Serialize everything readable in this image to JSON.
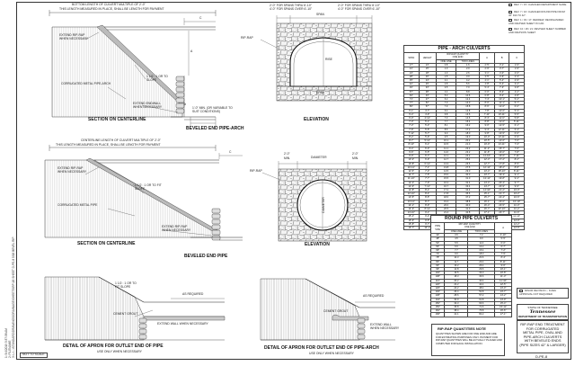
{
  "revisions": [
    "REV. 7 / 15: CHANGED DEPARTMENT NAME.",
    "REV. 7 / 16: CHANGED ROUND PIPE FROM 36\" DIA TO 42\".",
    "REV. 1 / 03 / 17: REDREW, REORGANIZED AND REVISED SHEET IN CAD.",
    "REV. 10 / 18 / 21: REVISED SHEET NUMBER AND REVISION SHEET"
  ],
  "side_strip": [
    "1: 5/4/2019 5:37:38 AM",
    "2: FILENAME",
    "3: L:\\...\\STANDARD\\DRAWINGS\\DRAINAGE\\SHEETS\\RP-18 SHEET D-PE-8 5/18 BEVEL RIP"
  ],
  "not_to_scale": "NOT TO SCALE",
  "section1": {
    "bottom_len": "BOTTOM LENGTH OF CULVERT MULTIPLE OF 2'-0\"",
    "bottom_len2": "THIS LENGTH MEASURED IN PLACE, SHALL BE LENGTH FOR PAYMENT",
    "extend_riprap": "EXTEND RIP-RAP\nWHEN NECESSARY",
    "slope": "1 1/2 : 1 OR TO\nSLOPE",
    "corrugated": "CORRUGATED METAL PIPE-ARCH",
    "extend_endwall": "EXTEND ENDWALL\nWHEN NECESSARY",
    "min": "1'-0\" MIN. (OR VARIABLE TO\nSUIT CONDITIONS)",
    "c": "C",
    "a": "A",
    "caption": "SECTION ON CENTERLINE"
  },
  "elevation1": {
    "top_left": "2'-0\" FOR SPANS THRU 6'-10\"",
    "top_left2": "4'-0\" FOR SPANS OVER 6'-10\"",
    "top_right": "2'-0\" FOR SPANS THRU 6'-10\"",
    "top_right2": "4'-0\" FOR SPANS OVER 6'-10\"",
    "span": "SPAN",
    "riprap": "RIP-RAP",
    "rise": "RISE",
    "span_inner": "SPAN",
    "caption": "ELEVATION"
  },
  "beveled_arch_title": "BEVELED END PIPE-ARCH",
  "section2": {
    "centerline_len": "CENTERLINE LENGTH OF CULVERT MULTIPLE OF 2'-0\"",
    "centerline_len2": "THIS LENGTH MEASURED IN PLACE, SHALL BE LENGTH FOR PAYMENT",
    "extend_riprap": "EXTEND RIP-RAP\nWHEN NECESSARY",
    "slope": "1 1/2 : 1 OR TO FIT\nSLOPE",
    "corrugated": "CORRUGATED METAL PIPE",
    "extend_riprap2": "EXTEND RIP-RAP\nWHEN NECESSARY",
    "c": "C",
    "caption": "SECTION ON CENTERLINE"
  },
  "elevation2": {
    "top_left": "2'-0\"",
    "min": "MIN.",
    "diameter": "DIAMETER",
    "top_right": "2'-0\"",
    "min2": "MIN.",
    "riprap": "RIP-RAP",
    "diameter_inner": "DIAMETER",
    "caption": "ELEVATION"
  },
  "beveled_pipe_title": "BEVELED END PIPE",
  "apron1": {
    "slope": "1 1/2 : 1 OR TO\nFIT SLOPE",
    "as_required": "AS REQUIRED",
    "cement_grout": "CEMENT GROUT",
    "extend_endwall": "EXTEND WALL WHEN NECESSARY",
    "caption": "DETAIL OF APRON FOR OUTLET END OF PIPE",
    "sub": "USE ONLY WHEN NECESSARY"
  },
  "apron2": {
    "as_required": "AS REQUIRED",
    "cement_grout": "CEMENT GROUT",
    "extend_endwall": "EXTEND WALL\nWHEN NECESSARY",
    "caption": "DETAIL OF APRON FOR OUTLET END OF PIPE-ARCH",
    "sub": "USE ONLY WHEN NECESSARY"
  },
  "arch_table": {
    "caption": "PIPE - ARCH CULVERTS",
    "headers": [
      "SPAN",
      "HEIGHT",
      "RIP-RAP QUANTITY\nONE END",
      "",
      "A",
      "B",
      "C"
    ],
    "sub_headers": [
      "",
      "",
      "ONE LINE",
      "TWO LINES",
      "",
      "",
      ""
    ],
    "rows": [
      [
        "17\"",
        "13\"",
        "0.8",
        "1.6",
        "2'-5\"",
        "3'-1\"",
        "1'-6\""
      ],
      [
        "21\"",
        "15\"",
        "1.0",
        "2.0",
        "2'-9\"",
        "3'-7\"",
        "1'-9\""
      ],
      [
        "24\"",
        "18\"",
        "1.3",
        "2.6",
        "3'-1\"",
        "4'-0\"",
        "2'-0\""
      ],
      [
        "28\"",
        "20\"",
        "1.5",
        "3.0",
        "3'-5\"",
        "4'-6\"",
        "2'-3\""
      ],
      [
        "35\"",
        "24\"",
        "2.1",
        "4.2",
        "4'-1\"",
        "5'-4\"",
        "2'-9\""
      ],
      [
        "42\"",
        "29\"",
        "2.8",
        "5.6",
        "4'-8\"",
        "6'-4\"",
        "3'-2\""
      ],
      [
        "49\"",
        "33\"",
        "3.5",
        "7.0",
        "5'-4\"",
        "7'-3\"",
        "3'-8\""
      ],
      [
        "57\"",
        "38\"",
        "4.4",
        "8.8",
        "6'-0\"",
        "8'-3\"",
        "4'-2\""
      ],
      [
        "64\"",
        "43\"",
        "5.3",
        "10.6",
        "6'-8\"",
        "9'-2\"",
        "4'-8\""
      ],
      [
        "71\"",
        "47\"",
        "6.2",
        "12.4",
        "7'-4\"",
        "10'-1\"",
        "5'-2\""
      ],
      [
        "77\"",
        "52\"",
        "7.0",
        "14.0",
        "8'-0\"",
        "11'-1\"",
        "5'-7\""
      ],
      [
        "83\"",
        "57\"",
        "7.9",
        "15.8",
        "8'-6\"",
        "12'-0\"",
        "6'-0\""
      ],
      [
        "6'-1\"",
        "4'-7\"",
        "6.4",
        "12.8",
        "7'-8\"",
        "10'-6\"",
        "5'-3\""
      ],
      [
        "6'-4\"",
        "4'-9\"",
        "6.8",
        "13.6",
        "7'-11\"",
        "10'-11\"",
        "5'-5\""
      ],
      [
        "6'-9\"",
        "4'-11\"",
        "7.3",
        "14.6",
        "8'-4\"",
        "11'-6\"",
        "5'-8\""
      ],
      [
        "7'-0\"",
        "5'-1\"",
        "7.7",
        "15.4",
        "8'-8\"",
        "12'-0\"",
        "5'-11\""
      ],
      [
        "7'-3\"",
        "5'-3\"",
        "8.1",
        "16.2",
        "9'-0\"",
        "12'-5\"",
        "6'-1\""
      ],
      [
        "7'-8\"",
        "5'-5\"",
        "8.6",
        "17.2",
        "9'-4\"",
        "12'-11\"",
        "6'-4\""
      ],
      [
        "7'-11\"",
        "5'-7\"",
        "9.0",
        "18.0",
        "9'-8\"",
        "13'-5\"",
        "6'-6\""
      ],
      [
        "8'-2\"",
        "5'-9\"",
        "9.5",
        "19.0",
        "10'-0\"",
        "13'-11\"",
        "6'-9\""
      ],
      [
        "8'-7\"",
        "5'-11\"",
        "10.1",
        "20.2",
        "10'-5\"",
        "14'-6\"",
        "7'-0\""
      ],
      [
        "8'-10\"",
        "6'-1\"",
        "10.5",
        "21.0",
        "10'-9\"",
        "14'-11\"",
        "7'-3\""
      ],
      [
        "9'-4\"",
        "6'-3\"",
        "11.1",
        "22.2",
        "11'-2\"",
        "15'-7\"",
        "7'-6\""
      ],
      [
        "9'-6\"",
        "6'-5\"",
        "11.6",
        "23.2",
        "11'-6\"",
        "16'-0\"",
        "7'-8\""
      ],
      [
        "9'-9\"",
        "6'-7\"",
        "12.1",
        "24.2",
        "11'-10\"",
        "16'-6\"",
        "7'-11\""
      ],
      [
        "10'-3\"",
        "6'-9\"",
        "12.7",
        "25.4",
        "12'-3\"",
        "17'-2\"",
        "8'-2\""
      ],
      [
        "10'-8\"",
        "6'-11\"",
        "13.3",
        "26.6",
        "12'-7\"",
        "17'-8\"",
        "8'-5\""
      ],
      [
        "10'-11\"",
        "7'-1\"",
        "13.8",
        "27.6",
        "12'-11\"",
        "18'-2\"",
        "8'-8\""
      ],
      [
        "11'-5\"",
        "7'-3\"",
        "14.5",
        "29.0",
        "13'-4\"",
        "18'-10\"",
        "8'-11\""
      ],
      [
        "11'-7\"",
        "7'-5\"",
        "15.0",
        "30.0",
        "13'-7\"",
        "19'-3\"",
        "9'-1\""
      ],
      [
        "11'-10\"",
        "7'-7\"",
        "15.5",
        "31.0",
        "13'-11\"",
        "19'-8\"",
        "9'-4\""
      ],
      [
        "12'-4\"",
        "7'-9\"",
        "16.2",
        "32.4",
        "14'-4\"",
        "20'-4\"",
        "9'-7\""
      ],
      [
        "12'-6\"",
        "7'-11\"",
        "16.7",
        "33.4",
        "14'-7\"",
        "20'-9\"",
        "9'-9\""
      ],
      [
        "12'-8\"",
        "8'-1\"",
        "17.2",
        "34.4",
        "14'-10\"",
        "21'-2\"",
        "10'-0\""
      ],
      [
        "12'-10\"",
        "8'-4\"",
        "17.8",
        "35.6",
        "15'-1\"",
        "21'-7\"",
        "10'-2\""
      ],
      [
        "13'-5\"",
        "8'-5\"",
        "18.6",
        "37.2",
        "15'-7\"",
        "22'-4\"",
        "10'-6\""
      ],
      [
        "13'-11\"",
        "8'-7\"",
        "19.4",
        "38.8",
        "16'-1\"",
        "23'-0\"",
        "10'-10\""
      ],
      [
        "14'-1\"",
        "8'-9\"",
        "20.0",
        "40.0",
        "16'-4\"",
        "23'-5\"",
        "11'-0\""
      ],
      [
        "14'-3\"",
        "8'-11\"",
        "20.5",
        "41.0",
        "16'-7\"",
        "23'-10\"",
        "11'-2\""
      ],
      [
        "14'-10\"",
        "9'-1\"",
        "21.4",
        "42.8",
        "17'-1\"",
        "24'-7\"",
        "11'-6\""
      ],
      [
        "15'-4\"",
        "9'-3\"",
        "22.2",
        "44.4",
        "17'-6\"",
        "25'-3\"",
        "11'-10\""
      ],
      [
        "15'-6\"",
        "9'-5\"",
        "22.8",
        "45.6",
        "17'-9\"",
        "25'-8\"",
        "12'-0\""
      ],
      [
        "15'-8\"",
        "9'-7\"",
        "23.3",
        "46.6",
        "18'-0\"",
        "26'-1\"",
        "12'-2\""
      ],
      [
        "16'-7\"",
        "10'-1\"",
        "25.3",
        "50.6",
        "18'-11\"",
        "27'-6\"",
        "12'-9\""
      ]
    ]
  },
  "round_table": {
    "caption": "ROUND PIPE CULVERTS",
    "headers": [
      "PIPE\nSIZE",
      "RIP-RAP QUANTITY\nONE END",
      "",
      "A"
    ],
    "sub_headers": [
      "",
      "ONE LINE",
      "TWO LINES",
      ""
    ],
    "rows": [
      [
        "42\"",
        "3.6",
        "7.2",
        "4'-10\""
      ],
      [
        "48\"",
        "4.5",
        "9.0",
        "5'-5\""
      ],
      [
        "54\"",
        "5.5",
        "11.0",
        "6'-0\""
      ],
      [
        "60\"",
        "6.6",
        "13.2",
        "6'-7\""
      ],
      [
        "66\"",
        "7.7",
        "15.4",
        "7'-2\""
      ],
      [
        "72\"",
        "9.0",
        "18.0",
        "7'-9\""
      ],
      [
        "78\"",
        "10.3",
        "20.6",
        "8'-4\""
      ],
      [
        "84\"",
        "11.7",
        "23.4",
        "8'-11\""
      ],
      [
        "90\"",
        "13.2",
        "26.4",
        "9'-6\""
      ],
      [
        "96\"",
        "14.8",
        "29.6",
        "10'-1\""
      ],
      [
        "102\"",
        "16.5",
        "33.0",
        "10'-8\""
      ],
      [
        "108\"",
        "18.3",
        "36.6",
        "11'-3\""
      ],
      [
        "114\"",
        "20.2",
        "40.4",
        "11'-10\""
      ],
      [
        "120\"",
        "22.2",
        "44.4",
        "12'-5\""
      ],
      [
        "126\"",
        "24.2",
        "48.4",
        "13'-0\""
      ],
      [
        "132\"",
        "26.4",
        "52.8",
        "13'-7\""
      ],
      [
        "138\"",
        "28.6",
        "57.2",
        "14'-2\""
      ],
      [
        "144\"",
        "30.9",
        "61.8",
        "14'-9\""
      ],
      [
        "150\"",
        "33.3",
        "66.6",
        "15'-4\""
      ],
      [
        "156\"",
        "35.8",
        "71.6",
        "15'-11\""
      ],
      [
        "162\"",
        "38.4",
        "76.8",
        "16'-6\""
      ],
      [
        "168\"",
        "41.1",
        "82.2",
        "17'-1\""
      ]
    ]
  },
  "riprap_notes": {
    "title": "RIP-RAP QUANTITIES NOTE",
    "body": "QUANTITIES SHOWN ARE FOR ONE END AND ARE FOR ESTIMATING PURPOSES ONLY.  PAYMENT FOR RIP-RAP QUANTITIES WILL BE ACTUALLY PLACED AND COMPUTED FOR EACH INSTALLATION."
  },
  "minor_revision": "MINOR REVISION -- FHWA APPROVAL NOT REQUIRED",
  "state_block": {
    "state": "STATE OF TENNESSEE",
    "logo": "Tennessee",
    "dept": "DEPARTMENT OF TRANSPORTATION"
  },
  "title_block": {
    "title": "RIP-RAP END TREATMENT\nFOR CORRUGATED\nMETAL PIPE, OVAL AND\nPIPE-ARCH CULVERTS\nWITH BEVELED ENDS\n(PIPE SIZES 42\" & LARGER)",
    "sheet": "D-PE-8"
  }
}
